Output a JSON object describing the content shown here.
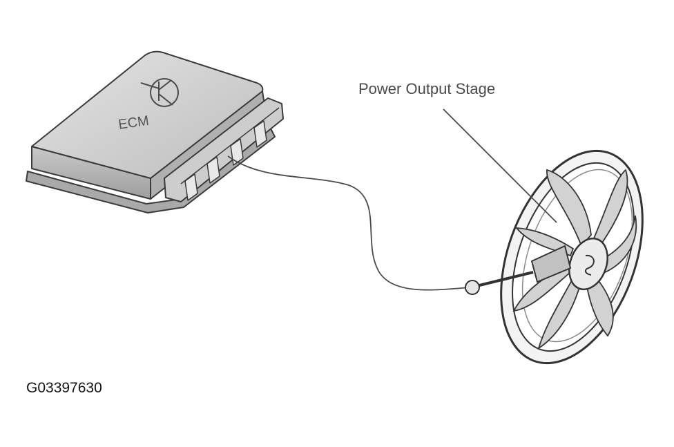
{
  "labels": {
    "ecm": "ECM",
    "power_output_stage": "Power Output Stage",
    "figure_id": "G03397630"
  },
  "colors": {
    "outline": "#3a3a3a",
    "module_top": "#d6d6d6",
    "module_side": "#b8b8b8",
    "fan_shade": "#cfcfcf"
  }
}
